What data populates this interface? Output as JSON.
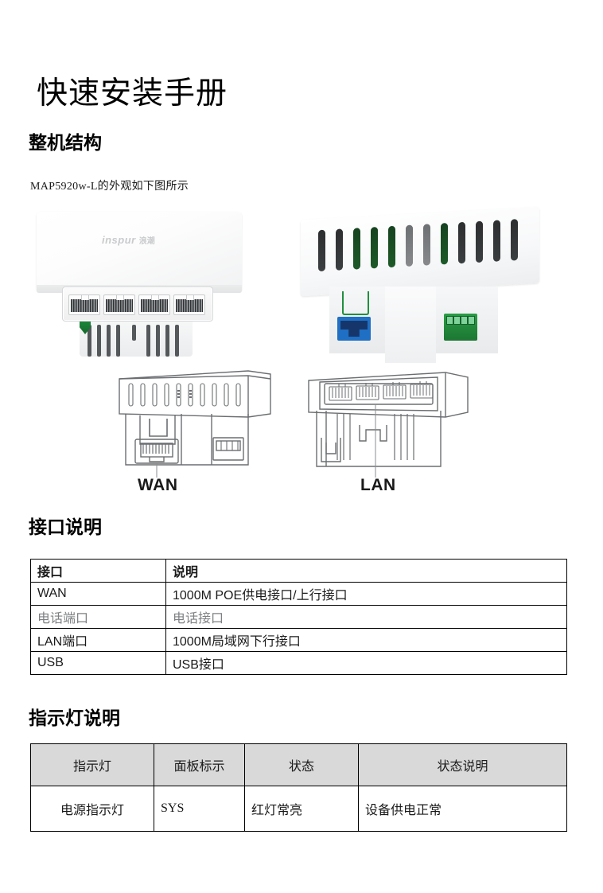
{
  "document": {
    "title": "快速安装手册"
  },
  "sections": {
    "structure": {
      "heading": "整机结构",
      "body": "MAP5920w-L的外观如下图所示",
      "photo_left": {
        "brand": "inspur",
        "brand_cn": "浪潮"
      },
      "line_drawing": {
        "label_wan": "WAN",
        "label_lan": "LAN"
      }
    },
    "interface": {
      "heading": "接口说明",
      "table": {
        "headers": [
          "接口",
          "说明"
        ],
        "rows": [
          {
            "port": "WAN",
            "desc": "1000M POE供电接口/上行接口",
            "dim": false
          },
          {
            "port": "电话端口",
            "desc": "电话接口",
            "dim": true
          },
          {
            "port": "LAN端口",
            "desc": "1000M局域网下行接口",
            "dim": false
          },
          {
            "port": "USB",
            "desc": "USB接口",
            "dim": false
          }
        ]
      }
    },
    "led": {
      "heading": "指示灯说明",
      "table": {
        "headers": [
          "指示灯",
          "面板标示",
          "状态",
          "状态说明"
        ],
        "rows": [
          {
            "led": "电源指示灯",
            "panel": "SYS",
            "state": "红灯常亮",
            "desc": "设备供电正常"
          }
        ]
      }
    }
  },
  "colors": {
    "header_fill": "#d9d9d9",
    "border": "#000000",
    "brand_green": "#1f8f3e",
    "port_blue": "#1f6fc4",
    "logo_gray": "#c9cbcd"
  }
}
